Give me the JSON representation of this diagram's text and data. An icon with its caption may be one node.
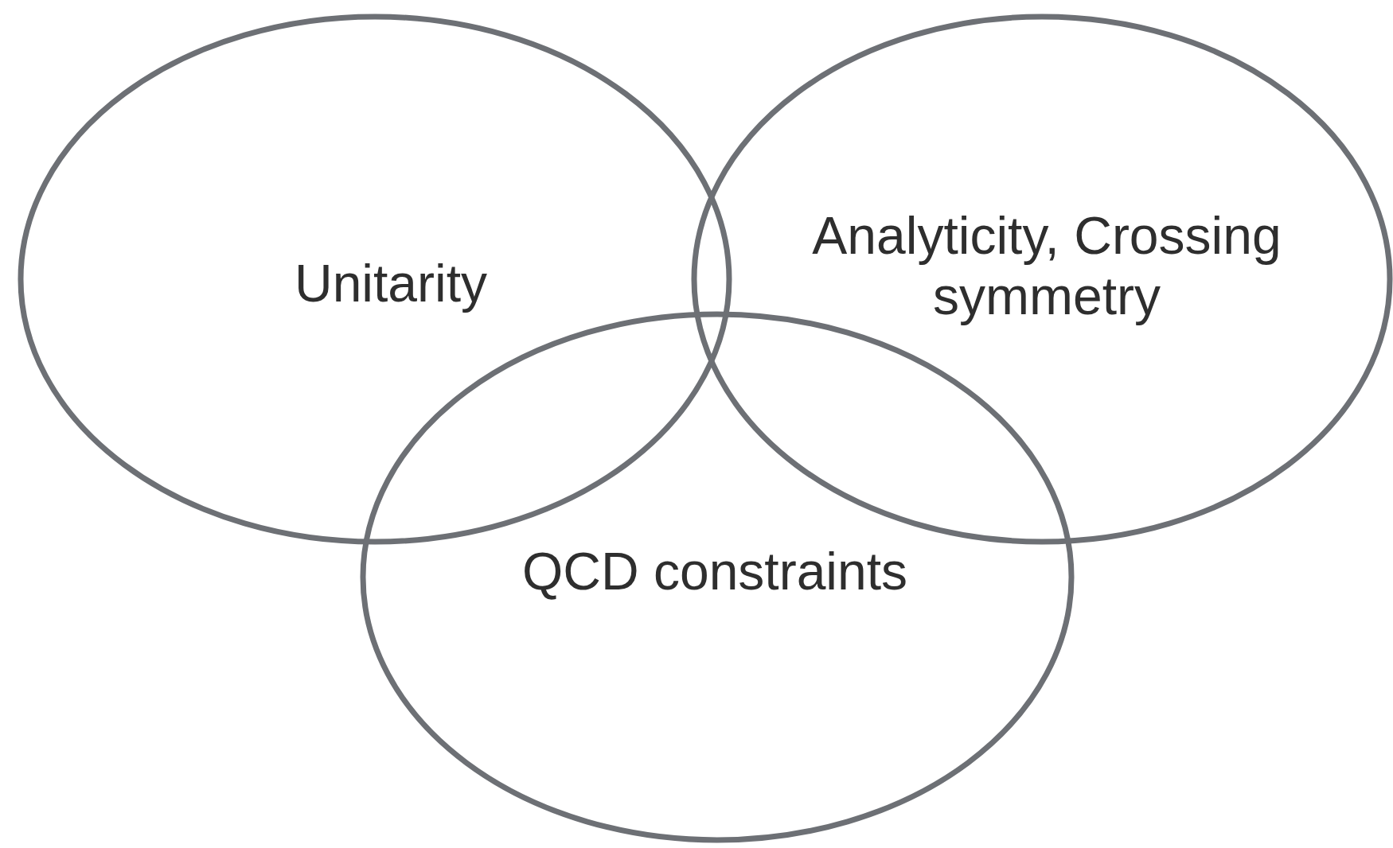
{
  "diagram": {
    "nodes": [
      {
        "text": [
          "Unitarity"
        ]
      },
      {
        "text": [
          "Analyticity, Crossing symmetry"
        ]
      },
      {
        "text": [
          "QCD constraints"
        ]
      }
    ]
  }
}
